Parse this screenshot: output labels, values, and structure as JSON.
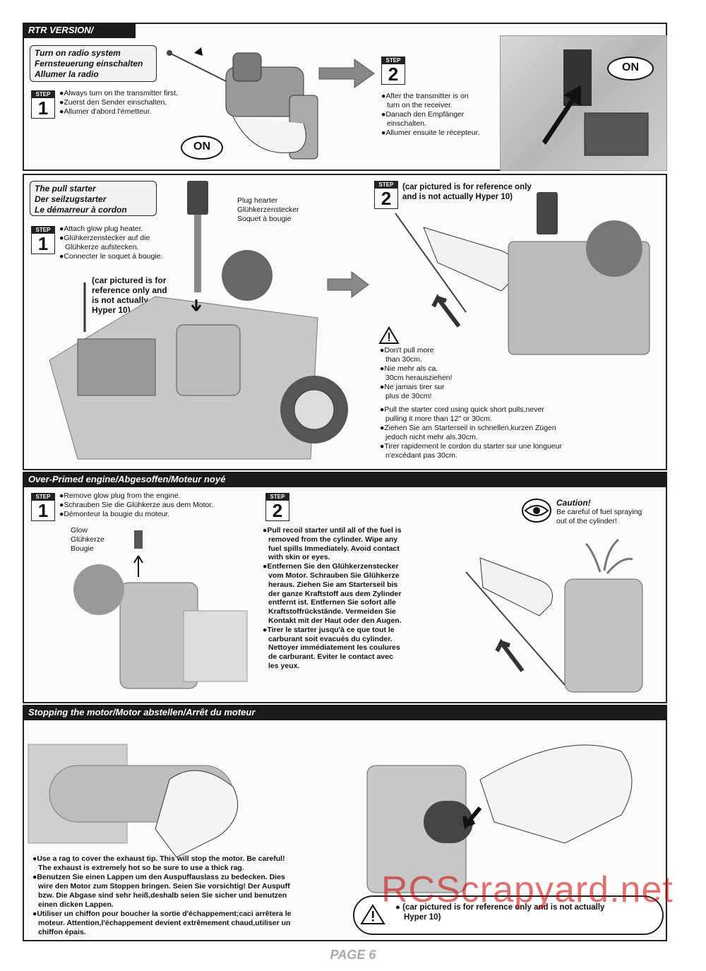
{
  "rtr": {
    "title": "RTR VERSION/",
    "label": [
      "Turn on radio system",
      "Fernsteuerung einschalten",
      "Allumer la radio"
    ],
    "step1": {
      "tag": "STEP",
      "num": "1",
      "lines": [
        "●Always turn on the transmitter first.",
        "●Zuerst den Sender einschalten.",
        "●Allumer d'abord l'émetteur."
      ]
    },
    "on1": "ON",
    "step2": {
      "tag": "STEP",
      "num": "2",
      "lines": [
        "●After the transmitter is on",
        "turn on the receiver.",
        "●Danach den Empfänger",
        "einschalten.",
        "●Allumer ensuite le récepteur."
      ]
    },
    "on2": "ON"
  },
  "pull": {
    "label": [
      "The pull starter",
      "Der seilzugstarter",
      "Le démarreur à cordon"
    ],
    "step1": {
      "tag": "STEP",
      "num": "1",
      "lines": [
        "●Attach glow plug heater.",
        "●Glühkerzenstecker auf die",
        "Glühkerze aufstecken.",
        "●Connecter le soquet à bougie."
      ]
    },
    "plug_label": [
      "Plug hearter",
      "Glühkerzenstecker",
      "Soquet à bougie"
    ],
    "ref_note": [
      "(car pictured is for",
      "reference only and",
      "is not actually",
      "Hyper 10)"
    ],
    "step2": {
      "tag": "STEP",
      "num": "2",
      "note": [
        "(car pictured is for reference only",
        "and is not actually Hyper 10)"
      ]
    },
    "warn_lines": [
      "●Don't pull more",
      "than 30cm.",
      "●Nie mehr als ca.",
      "30cm herausziehen!",
      "●Ne jamais tirer sur",
      "plus de 30cm!"
    ],
    "pull_lines": [
      "●Pull the starter cord using quick short pulls,never",
      "pulling it more than 12\" or 30cm.",
      "●Ziehen Sie am Starterseil in schnellen,kurzen Zügen",
      "jedoch nicht mehr als.30cm.",
      "●Tirer rapidement le cordon du starter sur une longueur",
      "n'excédant pas 30cm."
    ]
  },
  "over": {
    "title": "Over-Primed engine/Abgesoffen/Moteur noyé",
    "step1": {
      "tag": "STEP",
      "num": "1",
      "lines": [
        "●Remove glow plug from the engine.",
        "●Schrauben Sie die Glühkerze aus dem Motor.",
        "●Démonteur la bougie du moteur."
      ]
    },
    "glow_label": [
      "Glow",
      "Glühkerze",
      "Bougie"
    ],
    "step2": {
      "tag": "STEP",
      "num": "2",
      "lines": [
        "●Pull recoil starter until all of the fuel is",
        "removed from the cylinder. Wipe any",
        "fuel spills Immediately. Avoid contact",
        "with skin or eyes.",
        "●Entfernen Sie den Glühkerzenstecker",
        "vom Motor. Schrauben Sie Glühkerze",
        "heraus. Ziehen Sie am Starterseil bis",
        "der ganze Kraftstoff aus dem Zylinder",
        "entfernt ist. Entfernen Sie sofort alle",
        "Kraftstoffrückstände. Vermeiden Sie",
        "Kontakt mit der Haut oder den Augen.",
        "●Tirer le starter jusqu'à ce que tout le",
        "carburant soit evacués du cylinder.",
        "Nettoyer immédiatement les coulures",
        "de carburant. Eviter le contact avec",
        "les yeux."
      ]
    },
    "caution_title": "Caution!",
    "caution_lines": [
      "Be careful of fuel spraying",
      "out of the cylinder!"
    ]
  },
  "stop": {
    "title": "Stopping the motor/Motor abstellen/Arrêt du moteur",
    "lines": [
      "●Use a rag to cover the exhaust tip. This will stop the motor. Be careful!",
      "The exhaust is extremely hot so be sure to use a thick rag.",
      "●Benutzen Sie einen Lappen um den Auspuffauslass zu bedecken. Dies",
      "wire den Motor zum Stoppen bringen. Seien Sie vorsichtig! Der Auspuff",
      "bzw. Die Abgase sind sehr heiß,deshalb seien Sie sicher und benutzen",
      "einen dicken Lappen.",
      "●Utiliser un chiffon pour boucher la sortie d'échappement;caci arrêtera le",
      "moteur. Attention,l'échappement devient extrêmement chaud,utiliser un",
      "chiffon épais."
    ],
    "ref_lines": [
      "● (car pictured is for reference only and is not actually",
      "Hyper 10)"
    ]
  },
  "watermark": "RCScrapyard.net",
  "page": "PAGE 6"
}
